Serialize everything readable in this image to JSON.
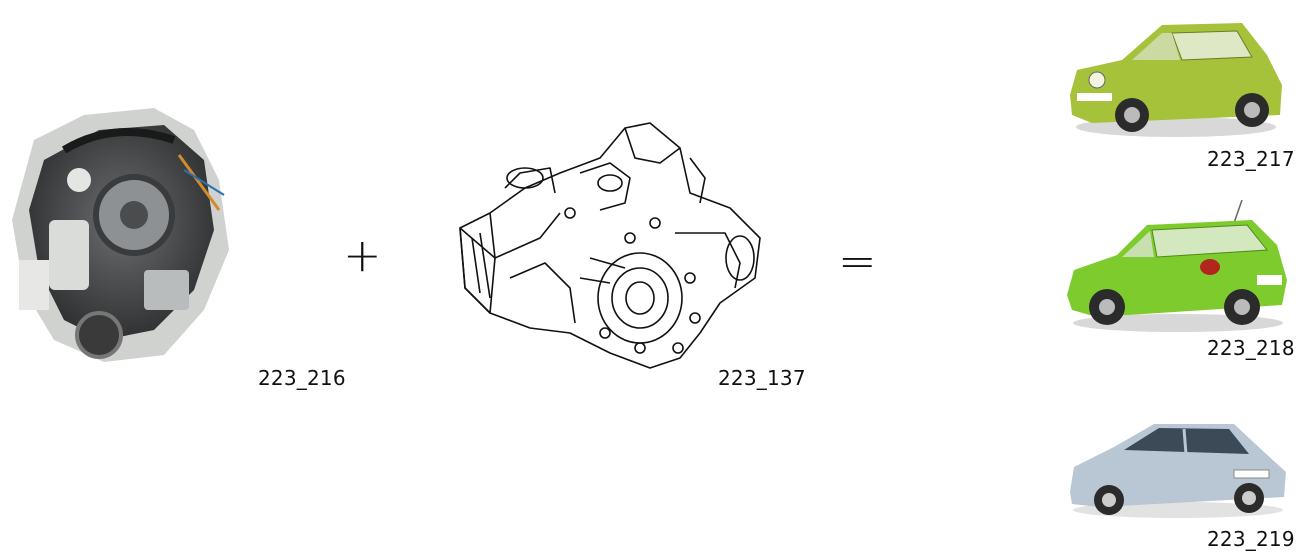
{
  "figure": {
    "operators": {
      "plus": "+",
      "equals": "="
    },
    "items": [
      {
        "id": "engine",
        "caption": "223_216",
        "icon": "engine-photo-icon"
      },
      {
        "id": "gearbox",
        "caption": "223_137",
        "icon": "gearbox-drawing-icon"
      },
      {
        "id": "car1",
        "caption": "223_217",
        "icon": "hatchback-car-icon",
        "color": "#a6c23a"
      },
      {
        "id": "car2",
        "caption": "223_218",
        "icon": "five-door-car-icon",
        "color": "#7ecb2e"
      },
      {
        "id": "car3",
        "caption": "223_219",
        "icon": "compact-mpv-car-icon",
        "color": "#b9c6d3"
      }
    ]
  }
}
